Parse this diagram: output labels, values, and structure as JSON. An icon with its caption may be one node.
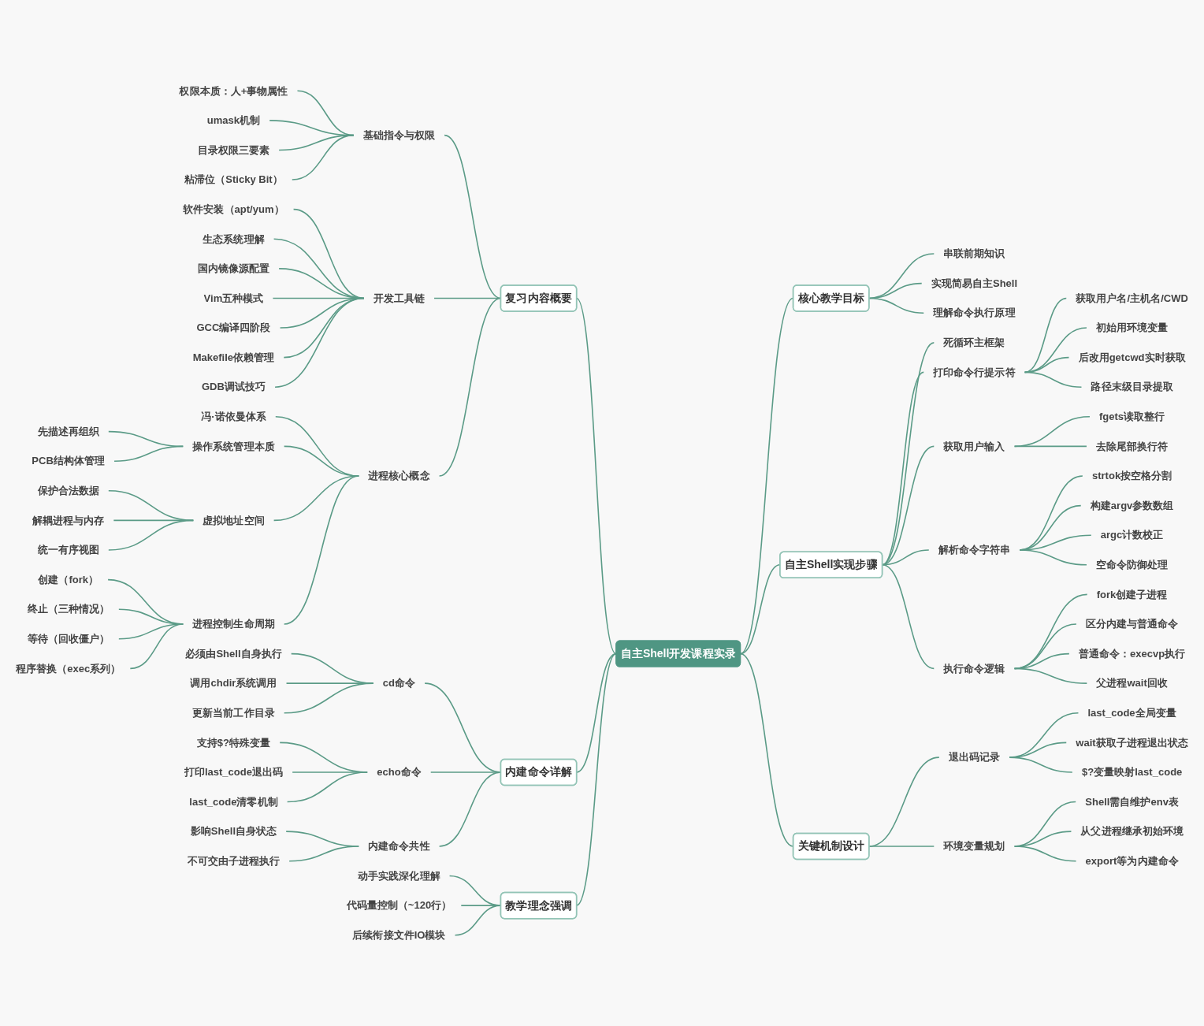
{
  "diagram": {
    "nodes": [
      {
        "text": [
          "自主Shell开发课程实录"
        ]
      },
      {
        "text": [
          "复习内容概要"
        ]
      },
      {
        "text": [
          "基础指令与权限"
        ]
      },
      {
        "text": [
          "权限本质：人+事物属性"
        ]
      },
      {
        "text": [
          "umask机制"
        ]
      },
      {
        "text": [
          "目录权限三要素"
        ]
      },
      {
        "text": [
          "粘滞位（Sticky Bit）"
        ]
      },
      {
        "text": [
          "开发工具链"
        ]
      },
      {
        "text": [
          "软件安装（apt/yum）"
        ]
      },
      {
        "text": [
          "生态系统理解"
        ]
      },
      {
        "text": [
          "国内镜像源配置"
        ]
      },
      {
        "text": [
          "Vim五种模式"
        ]
      },
      {
        "text": [
          "GCC编译四阶段"
        ]
      },
      {
        "text": [
          "Makefile依赖管理"
        ]
      },
      {
        "text": [
          "GDB调试技巧"
        ]
      },
      {
        "text": [
          "进程核心概念"
        ]
      },
      {
        "text": [
          "冯·诺依曼体系"
        ]
      },
      {
        "text": [
          "操作系统管理本质"
        ]
      },
      {
        "text": [
          "先描述再组织"
        ]
      },
      {
        "text": [
          "PCB结构体管理"
        ]
      },
      {
        "text": [
          "虚拟地址空间"
        ]
      },
      {
        "text": [
          "保护合法数据"
        ]
      },
      {
        "text": [
          "解耦进程与内存"
        ]
      },
      {
        "text": [
          "统一有序视图"
        ]
      },
      {
        "text": [
          "进程控制生命周期"
        ]
      },
      {
        "text": [
          "创建（fork）"
        ]
      },
      {
        "text": [
          "终止（三种情况）"
        ]
      },
      {
        "text": [
          "等待（回收僵户）"
        ]
      },
      {
        "text": [
          "程序替换（exec系列）"
        ]
      },
      {
        "text": [
          "内建命令详解"
        ]
      },
      {
        "text": [
          "cd命令"
        ]
      },
      {
        "text": [
          "必须由Shell自身执行"
        ]
      },
      {
        "text": [
          "调用chdir系统调用"
        ]
      },
      {
        "text": [
          "更新当前工作目录"
        ]
      },
      {
        "text": [
          "echo命令"
        ]
      },
      {
        "text": [
          "支持$?特殊变量"
        ]
      },
      {
        "text": [
          "打印last_code退出码"
        ]
      },
      {
        "text": [
          "last_code清零机制"
        ]
      },
      {
        "text": [
          "内建命令共性"
        ]
      },
      {
        "text": [
          "影响Shell自身状态"
        ]
      },
      {
        "text": [
          "不可交由子进程执行"
        ]
      },
      {
        "text": [
          "教学理念强调"
        ]
      },
      {
        "text": [
          "动手实践深化理解"
        ]
      },
      {
        "text": [
          "代码量控制（~120行）"
        ]
      },
      {
        "text": [
          "后续衔接文件IO模块"
        ]
      },
      {
        "text": [
          "核心教学目标"
        ]
      },
      {
        "text": [
          "串联前期知识"
        ]
      },
      {
        "text": [
          "实现简易自主Shell"
        ]
      },
      {
        "text": [
          "理解命令执行原理"
        ]
      },
      {
        "text": [
          "自主Shell实现步骤"
        ]
      },
      {
        "text": [
          "死循环主框架"
        ]
      },
      {
        "text": [
          "打印命令行提示符"
        ]
      },
      {
        "text": [
          "获取用户名/主机名/CWD"
        ]
      },
      {
        "text": [
          "初始用环境变量"
        ]
      },
      {
        "text": [
          "后改用getcwd实时获取"
        ]
      },
      {
        "text": [
          "路径末级目录提取"
        ]
      },
      {
        "text": [
          "获取用户输入"
        ]
      },
      {
        "text": [
          "fgets读取整行"
        ]
      },
      {
        "text": [
          "去除尾部换行符"
        ]
      },
      {
        "text": [
          "解析命令字符串"
        ]
      },
      {
        "text": [
          "strtok按空格分割"
        ]
      },
      {
        "text": [
          "构建argv参数数组"
        ]
      },
      {
        "text": [
          "argc计数校正"
        ]
      },
      {
        "text": [
          "空命令防御处理"
        ]
      },
      {
        "text": [
          "执行命令逻辑"
        ]
      },
      {
        "text": [
          "fork创建子进程"
        ]
      },
      {
        "text": [
          "区分内建与普通命令"
        ]
      },
      {
        "text": [
          "普通命令：execvp执行"
        ]
      },
      {
        "text": [
          "父进程wait回收"
        ]
      },
      {
        "text": [
          "关键机制设计"
        ]
      },
      {
        "text": [
          "退出码记录"
        ]
      },
      {
        "text": [
          "last_code全局变量"
        ]
      },
      {
        "text": [
          "wait获取子进程退出状态"
        ]
      },
      {
        "text": [
          "$?变量映射last_code"
        ]
      },
      {
        "text": [
          "环境变量规划"
        ]
      },
      {
        "text": [
          "Shell需自维护env表"
        ]
      },
      {
        "text": [
          "从父进程继承初始环境"
        ]
      },
      {
        "text": [
          "export等为内建命令"
        ]
      }
    ],
    "edges": [
      {
        "from": 1,
        "to": 0,
        "arrow": "none"
      },
      {
        "from": 2,
        "to": 1,
        "arrow": "none"
      },
      {
        "from": 3,
        "to": 2,
        "arrow": "none"
      },
      {
        "from": 4,
        "to": 2,
        "arrow": "none"
      },
      {
        "from": 5,
        "to": 2,
        "arrow": "none"
      },
      {
        "from": 6,
        "to": 2,
        "arrow": "none"
      },
      {
        "from": 7,
        "to": 1,
        "arrow": "none"
      },
      {
        "from": 8,
        "to": 7,
        "arrow": "none"
      },
      {
        "from": 9,
        "to": 7,
        "arrow": "none"
      },
      {
        "from": 10,
        "to": 7,
        "arrow": "none"
      },
      {
        "from": 11,
        "to": 7,
        "arrow": "none"
      },
      {
        "from": 12,
        "to": 7,
        "arrow": "none"
      },
      {
        "from": 13,
        "to": 7,
        "arrow": "none"
      },
      {
        "from": 14,
        "to": 7,
        "arrow": "none"
      },
      {
        "from": 15,
        "to": 1,
        "arrow": "none"
      },
      {
        "from": 16,
        "to": 15,
        "arrow": "none"
      },
      {
        "from": 17,
        "to": 15,
        "arrow": "none"
      },
      {
        "from": 18,
        "to": 17,
        "arrow": "none"
      },
      {
        "from": 19,
        "to": 17,
        "arrow": "none"
      },
      {
        "from": 20,
        "to": 15,
        "arrow": "none"
      },
      {
        "from": 21,
        "to": 20,
        "arrow": "none"
      },
      {
        "from": 22,
        "to": 20,
        "arrow": "none"
      },
      {
        "from": 23,
        "to": 20,
        "arrow": "none"
      },
      {
        "from": 24,
        "to": 15,
        "arrow": "none"
      },
      {
        "from": 25,
        "to": 24,
        "arrow": "none"
      },
      {
        "from": 26,
        "to": 24,
        "arrow": "none"
      },
      {
        "from": 27,
        "to": 24,
        "arrow": "none"
      },
      {
        "from": 28,
        "to": 24,
        "arrow": "none"
      },
      {
        "from": 29,
        "to": 0,
        "arrow": "none"
      },
      {
        "from": 30,
        "to": 29,
        "arrow": "none"
      },
      {
        "from": 31,
        "to": 30,
        "arrow": "none"
      },
      {
        "from": 32,
        "to": 30,
        "arrow": "none"
      },
      {
        "from": 33,
        "to": 30,
        "arrow": "none"
      },
      {
        "from": 34,
        "to": 29,
        "arrow": "none"
      },
      {
        "from": 35,
        "to": 34,
        "arrow": "none"
      },
      {
        "from": 36,
        "to": 34,
        "arrow": "none"
      },
      {
        "from": 37,
        "to": 34,
        "arrow": "none"
      },
      {
        "from": 38,
        "to": 29,
        "arrow": "none"
      },
      {
        "from": 39,
        "to": 38,
        "arrow": "none"
      },
      {
        "from": 40,
        "to": 38,
        "arrow": "none"
      },
      {
        "from": 41,
        "to": 0,
        "arrow": "none"
      },
      {
        "from": 42,
        "to": 41,
        "arrow": "none"
      },
      {
        "from": 43,
        "to": 41,
        "arrow": "none"
      },
      {
        "from": 44,
        "to": 41,
        "arrow": "none"
      },
      {
        "from": 0,
        "to": 45,
        "arrow": "none"
      },
      {
        "from": 45,
        "to": 46,
        "arrow": "none"
      },
      {
        "from": 45,
        "to": 47,
        "arrow": "none"
      },
      {
        "from": 45,
        "to": 48,
        "arrow": "none"
      },
      {
        "from": 0,
        "to": 49,
        "arrow": "none"
      },
      {
        "from": 49,
        "to": 50,
        "arrow": "none"
      },
      {
        "from": 49,
        "to": 51,
        "arrow": "none"
      },
      {
        "from": 51,
        "to": 52,
        "arrow": "none"
      },
      {
        "from": 51,
        "to": 53,
        "arrow": "none"
      },
      {
        "from": 51,
        "to": 54,
        "arrow": "none"
      },
      {
        "from": 51,
        "to": 55,
        "arrow": "none"
      },
      {
        "from": 49,
        "to": 56,
        "arrow": "none"
      },
      {
        "from": 56,
        "to": 57,
        "arrow": "none"
      },
      {
        "from": 56,
        "to": 58,
        "arrow": "none"
      },
      {
        "from": 49,
        "to": 59,
        "arrow": "none"
      },
      {
        "from": 59,
        "to": 60,
        "arrow": "none"
      },
      {
        "from": 59,
        "to": 61,
        "arrow": "none"
      },
      {
        "from": 59,
        "to": 62,
        "arrow": "none"
      },
      {
        "from": 59,
        "to": 63,
        "arrow": "none"
      },
      {
        "from": 49,
        "to": 64,
        "arrow": "none"
      },
      {
        "from": 64,
        "to": 65,
        "arrow": "none"
      },
      {
        "from": 64,
        "to": 66,
        "arrow": "none"
      },
      {
        "from": 64,
        "to": 67,
        "arrow": "none"
      },
      {
        "from": 64,
        "to": 68,
        "arrow": "none"
      },
      {
        "from": 0,
        "to": 69,
        "arrow": "none"
      },
      {
        "from": 69,
        "to": 70,
        "arrow": "none"
      },
      {
        "from": 70,
        "to": 71,
        "arrow": "none"
      },
      {
        "from": 70,
        "to": 72,
        "arrow": "none"
      },
      {
        "from": 70,
        "to": 73,
        "arrow": "none"
      },
      {
        "from": 69,
        "to": 74,
        "arrow": "none"
      },
      {
        "from": 74,
        "to": 75,
        "arrow": "none"
      },
      {
        "from": 74,
        "to": 76,
        "arrow": "none"
      },
      {
        "from": 74,
        "to": 77,
        "arrow": "none"
      }
    ]
  }
}
